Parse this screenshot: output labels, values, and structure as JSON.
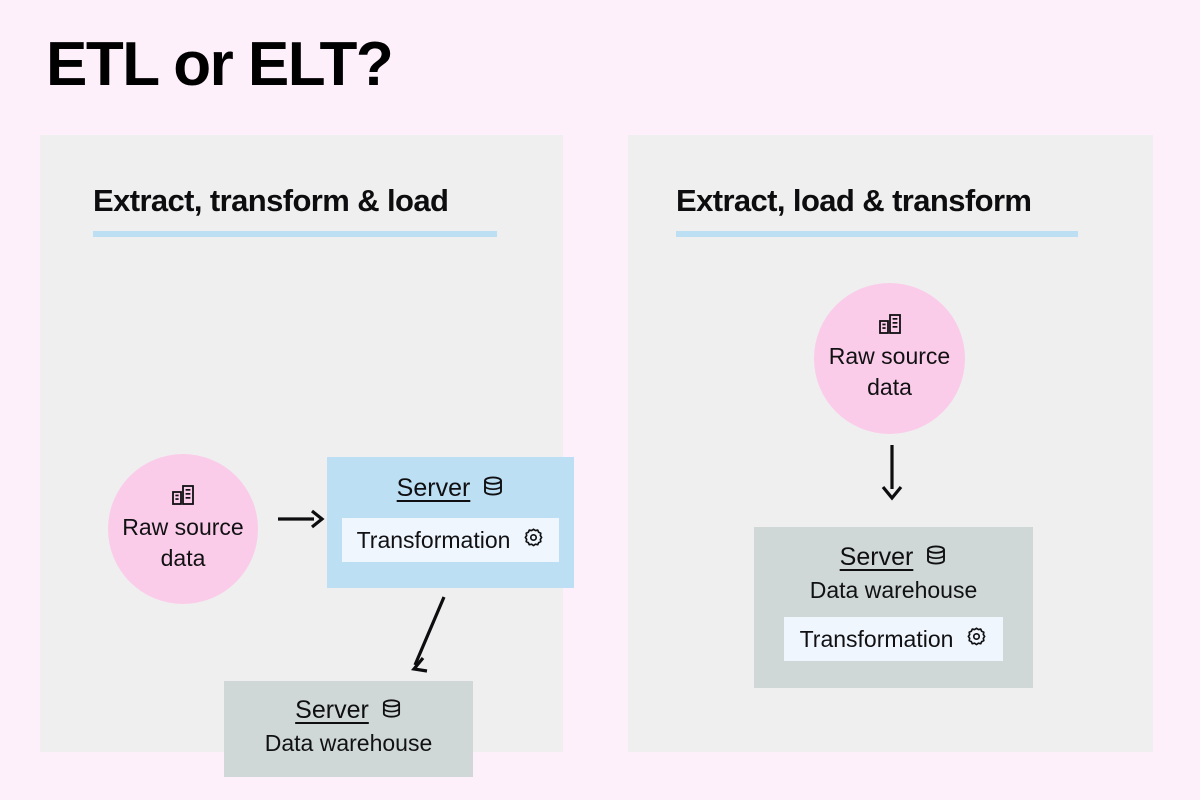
{
  "page": {
    "title": "ETL or ELT?",
    "background_color": "#fdf0fa"
  },
  "colors": {
    "panel_bg": "#efefef",
    "accent_rule": "#bcdff4",
    "circle_pink": "#fbcce9",
    "box_blue": "#bcdff4",
    "box_gray": "#cfd8d6",
    "transform_bg": "#eff6fd",
    "text": "#101012"
  },
  "panels": [
    {
      "id": "etl",
      "heading": "Extract, transform & load",
      "source": {
        "icon": "buildings-icon",
        "label": "Raw source\ndata",
        "label_lines": [
          "Raw",
          "source",
          "data"
        ]
      },
      "server": {
        "label": "Server",
        "icon": "database-icon",
        "transformation": {
          "label": "Transformation",
          "icon": "gear-icon"
        }
      },
      "warehouse": {
        "label": "Server",
        "icon": "database-icon",
        "sub_label": "Data warehouse"
      },
      "arrows": [
        {
          "name": "arrow-source-to-server",
          "direction": "right"
        },
        {
          "name": "arrow-server-to-warehouse",
          "direction": "down-left"
        }
      ]
    },
    {
      "id": "elt",
      "heading": "Extract, load & transform",
      "source": {
        "icon": "buildings-icon",
        "label": "Raw source\ndata",
        "label_lines": [
          "Raw",
          "source",
          "data"
        ]
      },
      "warehouse": {
        "label": "Server",
        "icon": "database-icon",
        "sub_label": "Data warehouse",
        "transformation": {
          "label": "Transformation",
          "icon": "gear-icon"
        }
      },
      "arrows": [
        {
          "name": "arrow-source-to-warehouse",
          "direction": "down"
        }
      ]
    }
  ]
}
